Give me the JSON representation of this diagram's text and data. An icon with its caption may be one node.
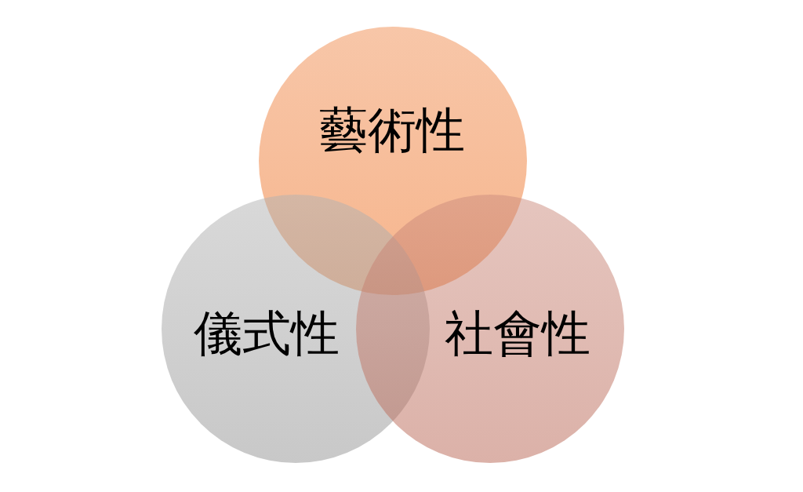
{
  "diagram": {
    "nodes": [
      {
        "text": [
          "藝術性"
        ]
      },
      {
        "text": [
          "儀式性"
        ]
      },
      {
        "text": [
          "社會性"
        ]
      }
    ]
  }
}
